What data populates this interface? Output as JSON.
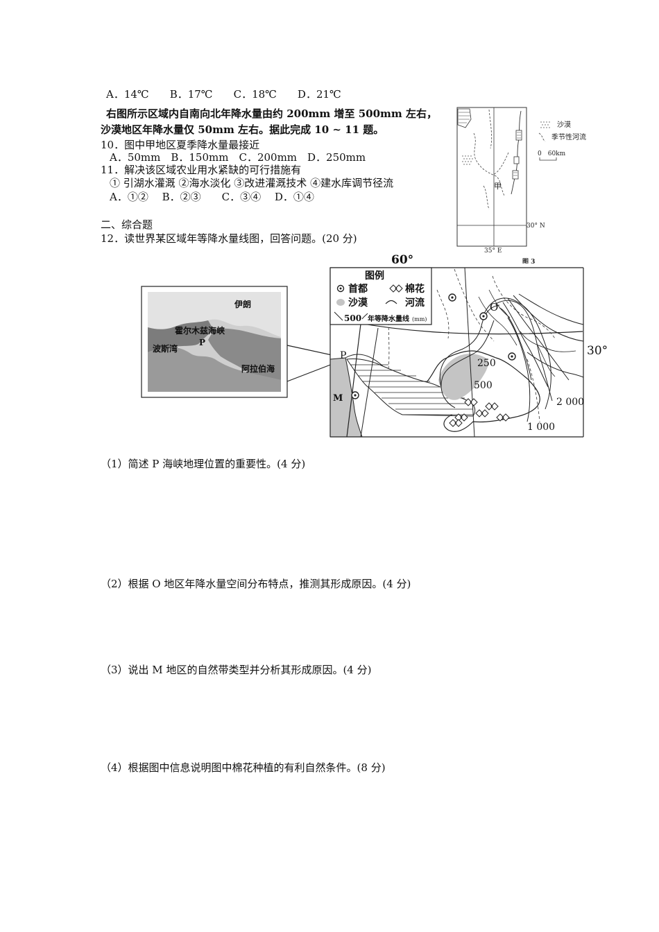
{
  "q9": {
    "options": "A．14℃　　B．17℃　　C．18℃　　D．21℃"
  },
  "intro": {
    "line1": "右图所示区域内自南向北年降水量由约 200mm 增至 500mm 左右，",
    "line2": "沙漠地区年降水量仅 50mm 左右。据此完成 10 ~ 11 题。"
  },
  "q10": {
    "stem": "10．图中甲地区夏季降水量最接近",
    "options": "A．50mm　B．150mm　C．200mm　D．250mm"
  },
  "q11": {
    "stem": "11．解决该区域农业用水紧缺的可行措施有",
    "choices": "① 引湖水灌溉 ②海水淡化 ③改进灌溉技术 ④建水库调节径流",
    "options": "A．①②　 B．②③　　C．③④　 D．①④"
  },
  "section2": {
    "title": "二、综合题"
  },
  "q12": {
    "stem": "12．读世界某区域年等降水量线图，回答问题。(20 分)",
    "sub1": "（1）简述 P 海峡地理位置的重要性。(4 分)",
    "sub2": "（2）根据 O 地区年降水量空间分布特点，推测其形成原因。(4 分)",
    "sub3": "（3）说出 M 地区的自然带类型并分析其形成原因。(4 分)",
    "sub4": "（4）根据图中信息说明图中棉花种植的有利自然条件。(8 分)"
  },
  "fig3": {
    "legend_desert": "沙漠",
    "legend_river": "季节性河流",
    "scale": "0　60km",
    "label_jia": "甲",
    "lat": "30° N",
    "lon": "35° E",
    "caption": "图 3"
  },
  "map12": {
    "lon_label": "60°",
    "lat_label": "30°",
    "legend_title": "图例",
    "legend_capital": "首都",
    "legend_cotton": "棉花",
    "legend_desert": "沙漠",
    "legend_river": "河流",
    "legend_isohyet_value": "500",
    "legend_isohyet": "年等降水量线",
    "legend_isohyet_unit": "(mm)",
    "label_o": "O",
    "label_p": "P",
    "label_m": "M",
    "iso_250": "250",
    "iso_500": "500",
    "iso_2000": "2 000",
    "iso_1000": "1 000",
    "inset_iran": "伊朗",
    "inset_strait": "霍尔木兹海峡",
    "inset_p": "P",
    "inset_gulf": "波斯湾",
    "inset_sea": "阿拉伯海"
  }
}
